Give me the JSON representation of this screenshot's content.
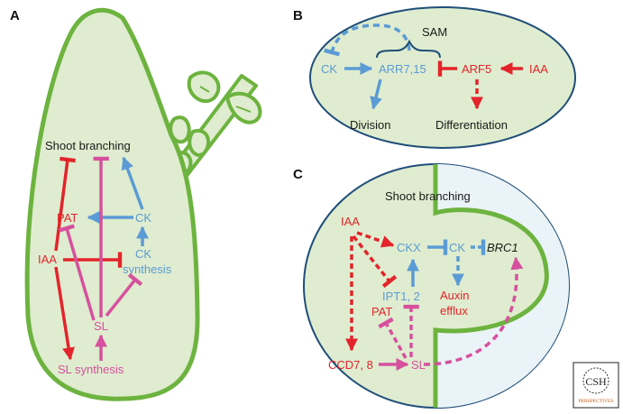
{
  "colors": {
    "plant_fill": "#dfeccf",
    "plant_outline": "#6db33f",
    "auxin": "#e3242b",
    "cytokinin": "#5b9bd5",
    "strigolactone": "#d6509e",
    "text": "#1a1a1a",
    "bud_fill": "#eaf3f7"
  },
  "panel_a": {
    "letter": "A",
    "shoot_branching": "Shoot branching",
    "pat": "PAT",
    "ck": "CK",
    "ck_synthesis_1": "CK",
    "ck_synthesis_2": "synthesis",
    "iaa": "IAA",
    "sl": "SL",
    "sl_synthesis": "SL synthesis"
  },
  "panel_b": {
    "letter": "B",
    "sam": "SAM",
    "ck": "CK",
    "arr": "ARR7,15",
    "arf5": "ARF5",
    "iaa": "IAA",
    "division": "Division",
    "differentiation": "Differentiation"
  },
  "panel_c": {
    "letter": "C",
    "shoot_branching": "Shoot branching",
    "iaa": "IAA",
    "ckx": "CKX",
    "ck": "CK",
    "brc1": "BRC1",
    "ipt": "IPT1, 2",
    "auxin_1": "Auxin",
    "auxin_2": "efflux",
    "pat": "PAT",
    "ccd": "CCD7, 8",
    "sl": "SL"
  },
  "logo": {
    "line1": "CSH",
    "line2": "PERSPECTIVES"
  }
}
